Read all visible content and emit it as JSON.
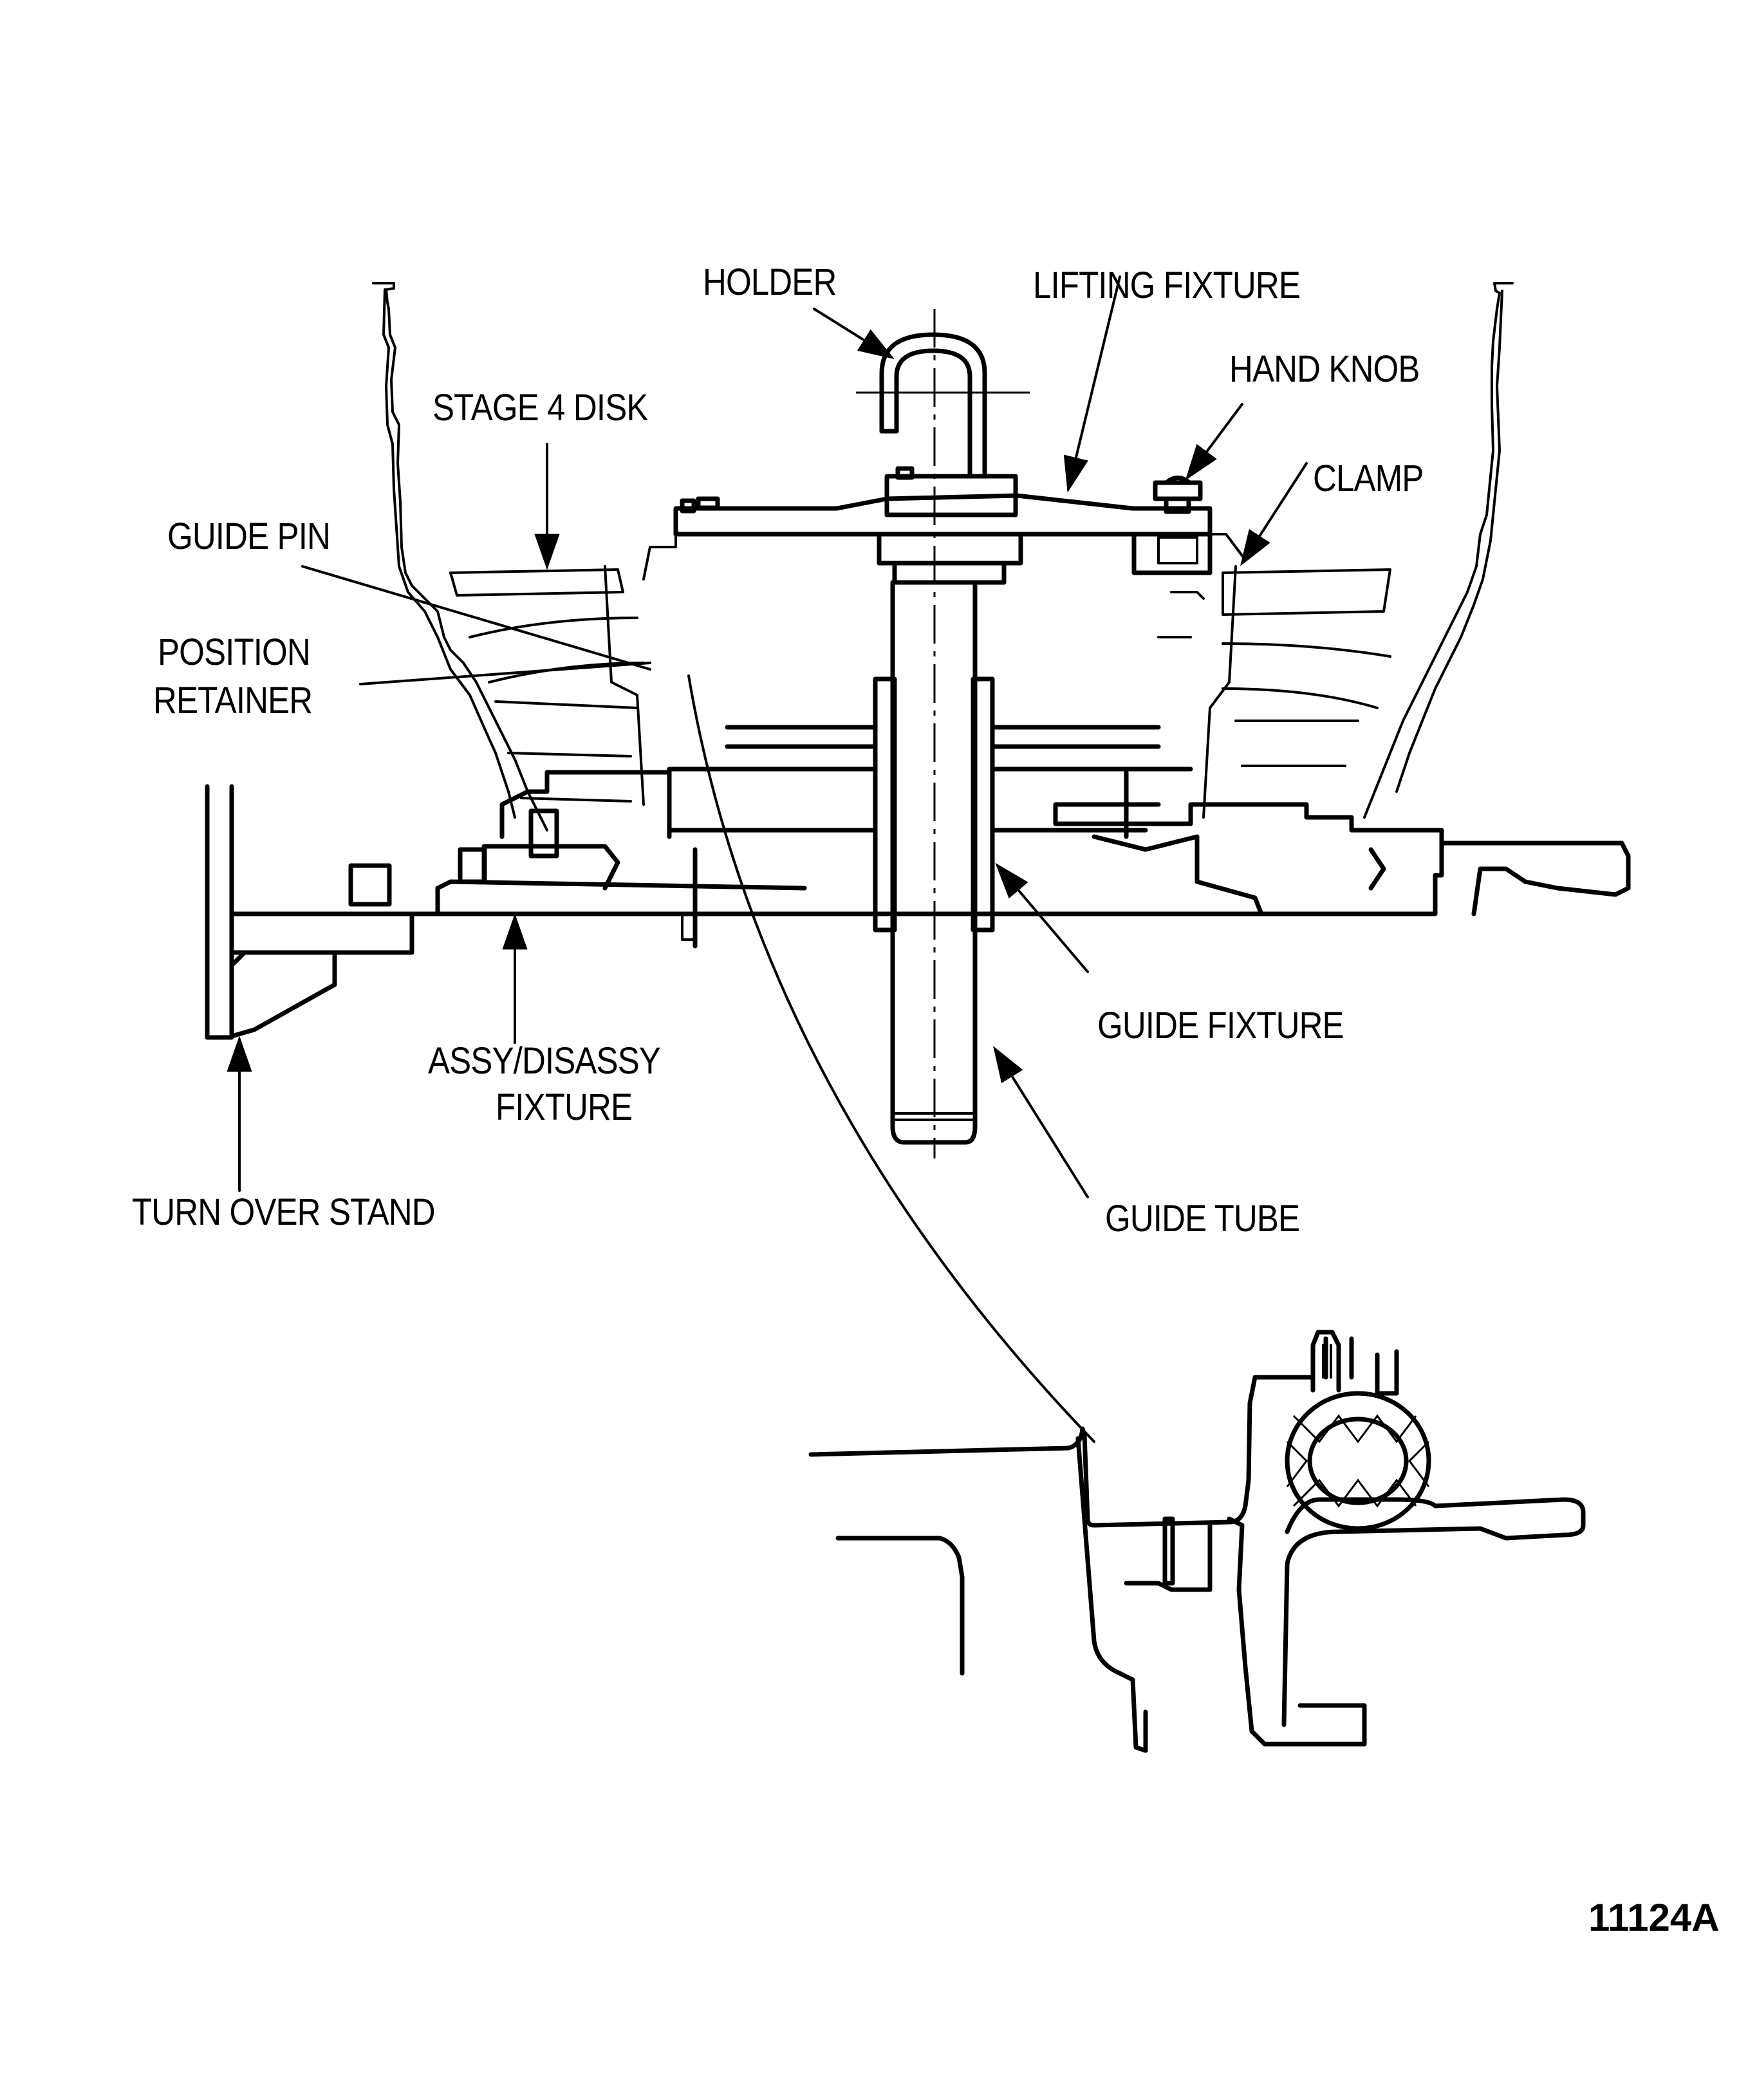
{
  "figure": {
    "title": "Stage 4 disk assembly/disassembly fixture setup",
    "figure_number": "11124A",
    "background_color": "#ffffff",
    "line_color": "#000000"
  },
  "labels": {
    "holder": "HOLDER",
    "lifting_fixture": "LIFTING FIXTURE",
    "hand_knob": "HAND KNOB",
    "stage4_disk": "STAGE 4 DISK",
    "clamp": "CLAMP",
    "guide_pin": "GUIDE PIN",
    "position_retainer_line1": "POSITION",
    "position_retainer_line2": "RETAINER",
    "guide_fixture": "GUIDE FIXTURE",
    "assy_fixture_line1": "ASSY/DISASSY",
    "assy_fixture_line2": "FIXTURE",
    "guide_tube": "GUIDE TUBE",
    "turn_over_stand": "TURN OVER STAND"
  },
  "callouts": [
    {
      "label": "HOLDER",
      "points_to": "holder hook"
    },
    {
      "label": "LIFTING FIXTURE",
      "points_to": "lifting plate"
    },
    {
      "label": "HAND KNOB",
      "points_to": "knob"
    },
    {
      "label": "CLAMP",
      "points_to": "clamp bracket"
    },
    {
      "label": "STAGE 4 DISK",
      "points_to": "disk"
    },
    {
      "label": "GUIDE PIN",
      "points_to": "guide pin"
    },
    {
      "label": "POSITION RETAINER",
      "points_to": "retainer"
    },
    {
      "label": "GUIDE FIXTURE",
      "points_to": "guide fixture sleeve"
    },
    {
      "label": "ASSY/DISASSY FIXTURE",
      "points_to": "base fixture"
    },
    {
      "label": "GUIDE TUBE",
      "points_to": "center tube"
    },
    {
      "label": "TURN OVER STAND",
      "points_to": "stand"
    }
  ],
  "detail_view": {
    "description": "Enlarged detail of position retainer area",
    "has_hatched_seal": true
  }
}
